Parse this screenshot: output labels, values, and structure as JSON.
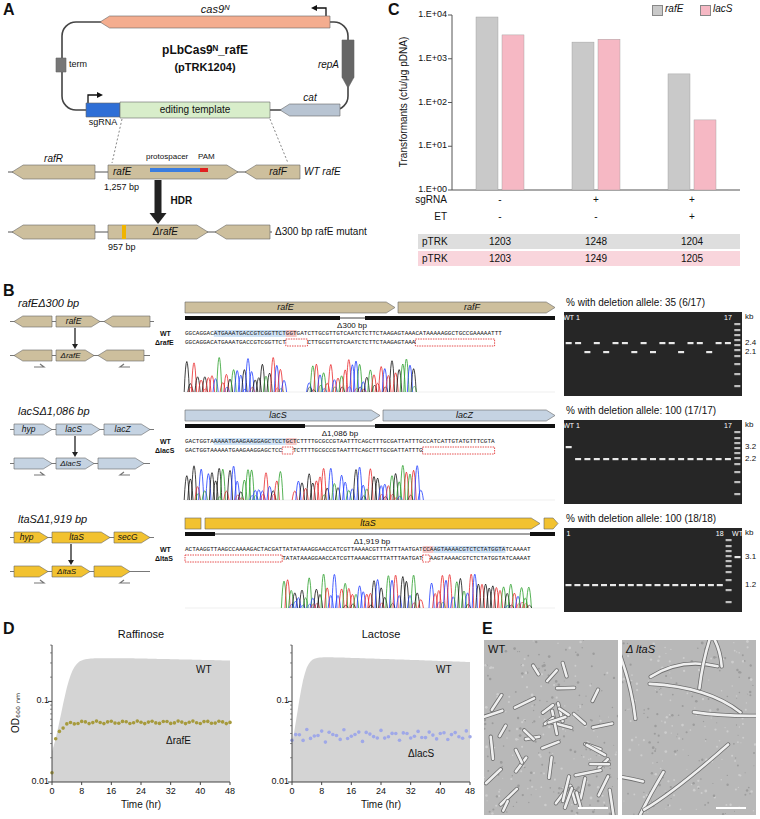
{
  "diagram": {
    "nodes": [
      {
        "text": [
          "cas9ᴺ"
        ]
      },
      {
        "text": [
          "repA"
        ]
      },
      {
        "text": [
          "cat"
        ]
      },
      {
        "text": [
          "term"
        ]
      },
      {
        "text": [
          "sgRNA"
        ]
      },
      {
        "text": [
          "editing template"
        ]
      },
      {
        "text": [
          "rafR"
        ]
      },
      {
        "text": [
          "rafE"
        ]
      },
      {
        "text": [
          "rafF"
        ]
      },
      {
        "text": [
          "ΔrafE"
        ]
      },
      {
        "text": [
          "rafE"
        ]
      },
      {
        "text": [
          "ΔrafE"
        ]
      },
      {
        "text": [
          "rafE"
        ]
      },
      {
        "text": [
          "rafF"
        ]
      },
      {
        "text": [
          "hyp"
        ]
      },
      {
        "text": [
          "lacS"
        ]
      },
      {
        "text": [
          "lacZ"
        ]
      },
      {
        "text": [
          "ΔlacS"
        ]
      },
      {
        "text": [
          "lacS"
        ]
      },
      {
        "text": [
          "lacZ"
        ]
      },
      {
        "text": [
          "hyp"
        ]
      },
      {
        "text": [
          "ltaS"
        ]
      },
      {
        "text": [
          "secG"
        ]
      },
      {
        "text": [
          "ΔltaS"
        ]
      },
      {
        "text": [
          "ltaS"
        ]
      }
    ],
    "edges": [
      {
        "from": 7,
        "to": 9,
        "arrow": "to",
        "label": "HDR"
      },
      {
        "from": 10,
        "to": 11,
        "arrow": "to"
      },
      {
        "from": 15,
        "to": 17,
        "arrow": "to"
      },
      {
        "from": 21,
        "to": 23,
        "arrow": "to"
      }
    ],
    "labels": [
      "A",
      "pLbCas9ᴺ_rafE",
      "(pTRK1204)",
      "protospacer",
      "PAM",
      "1,257 bp",
      "WT rafE",
      "957 bp",
      "Δ300 bp rafE mutant",
      "C",
      "Transformants (cfu/μg pDNA)",
      "1.E+04",
      "1.E+03",
      "1.E+02",
      "1.E+01",
      "1.E+00",
      "sgRNA",
      "-",
      "+",
      "+",
      "ET",
      "-",
      "-",
      "+",
      "pTRK",
      "1203",
      "1248",
      "1204",
      "pTRK",
      "1203",
      "1249",
      "1205",
      "B",
      "rafEΔ300 bp",
      "Δ300 bp",
      "WT",
      "GGCAGGACATGAAATGACCGTCGGTTCTGGTGATCTTGCGTTGTCAATCTCTTCTAAGAGTAAACATAAAAAGGCTGCCGAAAAATTT",
      "ΔrafE",
      "GGCAGGACATGAAATGACCGTCGGTTCT      CTTGCGTTGTCAATCTCTTCTAAGAGTAAA",
      "% with deletion allele: 35 (6/17)",
      "WT",
      "1",
      "17",
      "kb",
      "2.4",
      "2.1",
      "lacSΔ1,086 bp",
      "Δ1,086 bp",
      "WT",
      "GACTGGTAAAAATGAAGAAGGAGCTCCTGCTCTTTTGCGCCGTAATTTCAGCTTTGCGATTATTTGCCATCATTGTATGTTTCGTA",
      "ΔlacS",
      "GACTGGTAAAAATGAAGAAGGAGCTCC   TCTTTTGCGCCGTAATTTCAGCTTTGCGATTATTTG",
      "% with deletion allele: 100 (17/17)",
      "WT",
      "1",
      "17",
      "kb",
      "3.2",
      "2.2",
      "ltaSΔ1,919 bp",
      "Δ1,919 bp",
      "WT",
      "ACTAAGGTTAAGCCAAAAGACTACGATTATATAAAGGAACCATCGTTAAAACGTTTATTTAATGATCCAAGTAAAACGTCTCTATGGTATCAAAAT",
      "ΔltaS",
      "TATATAAAGGAACCATCGTTAAAACGTTTATTTAATGAT  AAGTAAAACGTCTCTATGGTATCAAAAT",
      "% with deletion allele: 100 (18/18)",
      "1",
      "18",
      "WT",
      "kb",
      "3.1",
      "1.2",
      "D",
      "Raffinose",
      "Lactose",
      "OD₆₀₀ ₙₘ",
      "0.1",
      "0.01",
      "0.1",
      "0.01",
      "0",
      "8",
      "16",
      "24",
      "32",
      "40",
      "48",
      "0",
      "8",
      "16",
      "24",
      "32",
      "40",
      "48",
      "Time (hr)",
      "Time (hr)",
      "WT",
      "ΔrafE",
      "WT",
      "ΔlacS",
      "E",
      "WT",
      "Δ ltaS"
    ],
    "legend": [
      {
        "text": "rafE",
        "color": "#c9c9c9"
      },
      {
        "text": "lacS",
        "color": "#f6b8c4"
      }
    ]
  }
}
